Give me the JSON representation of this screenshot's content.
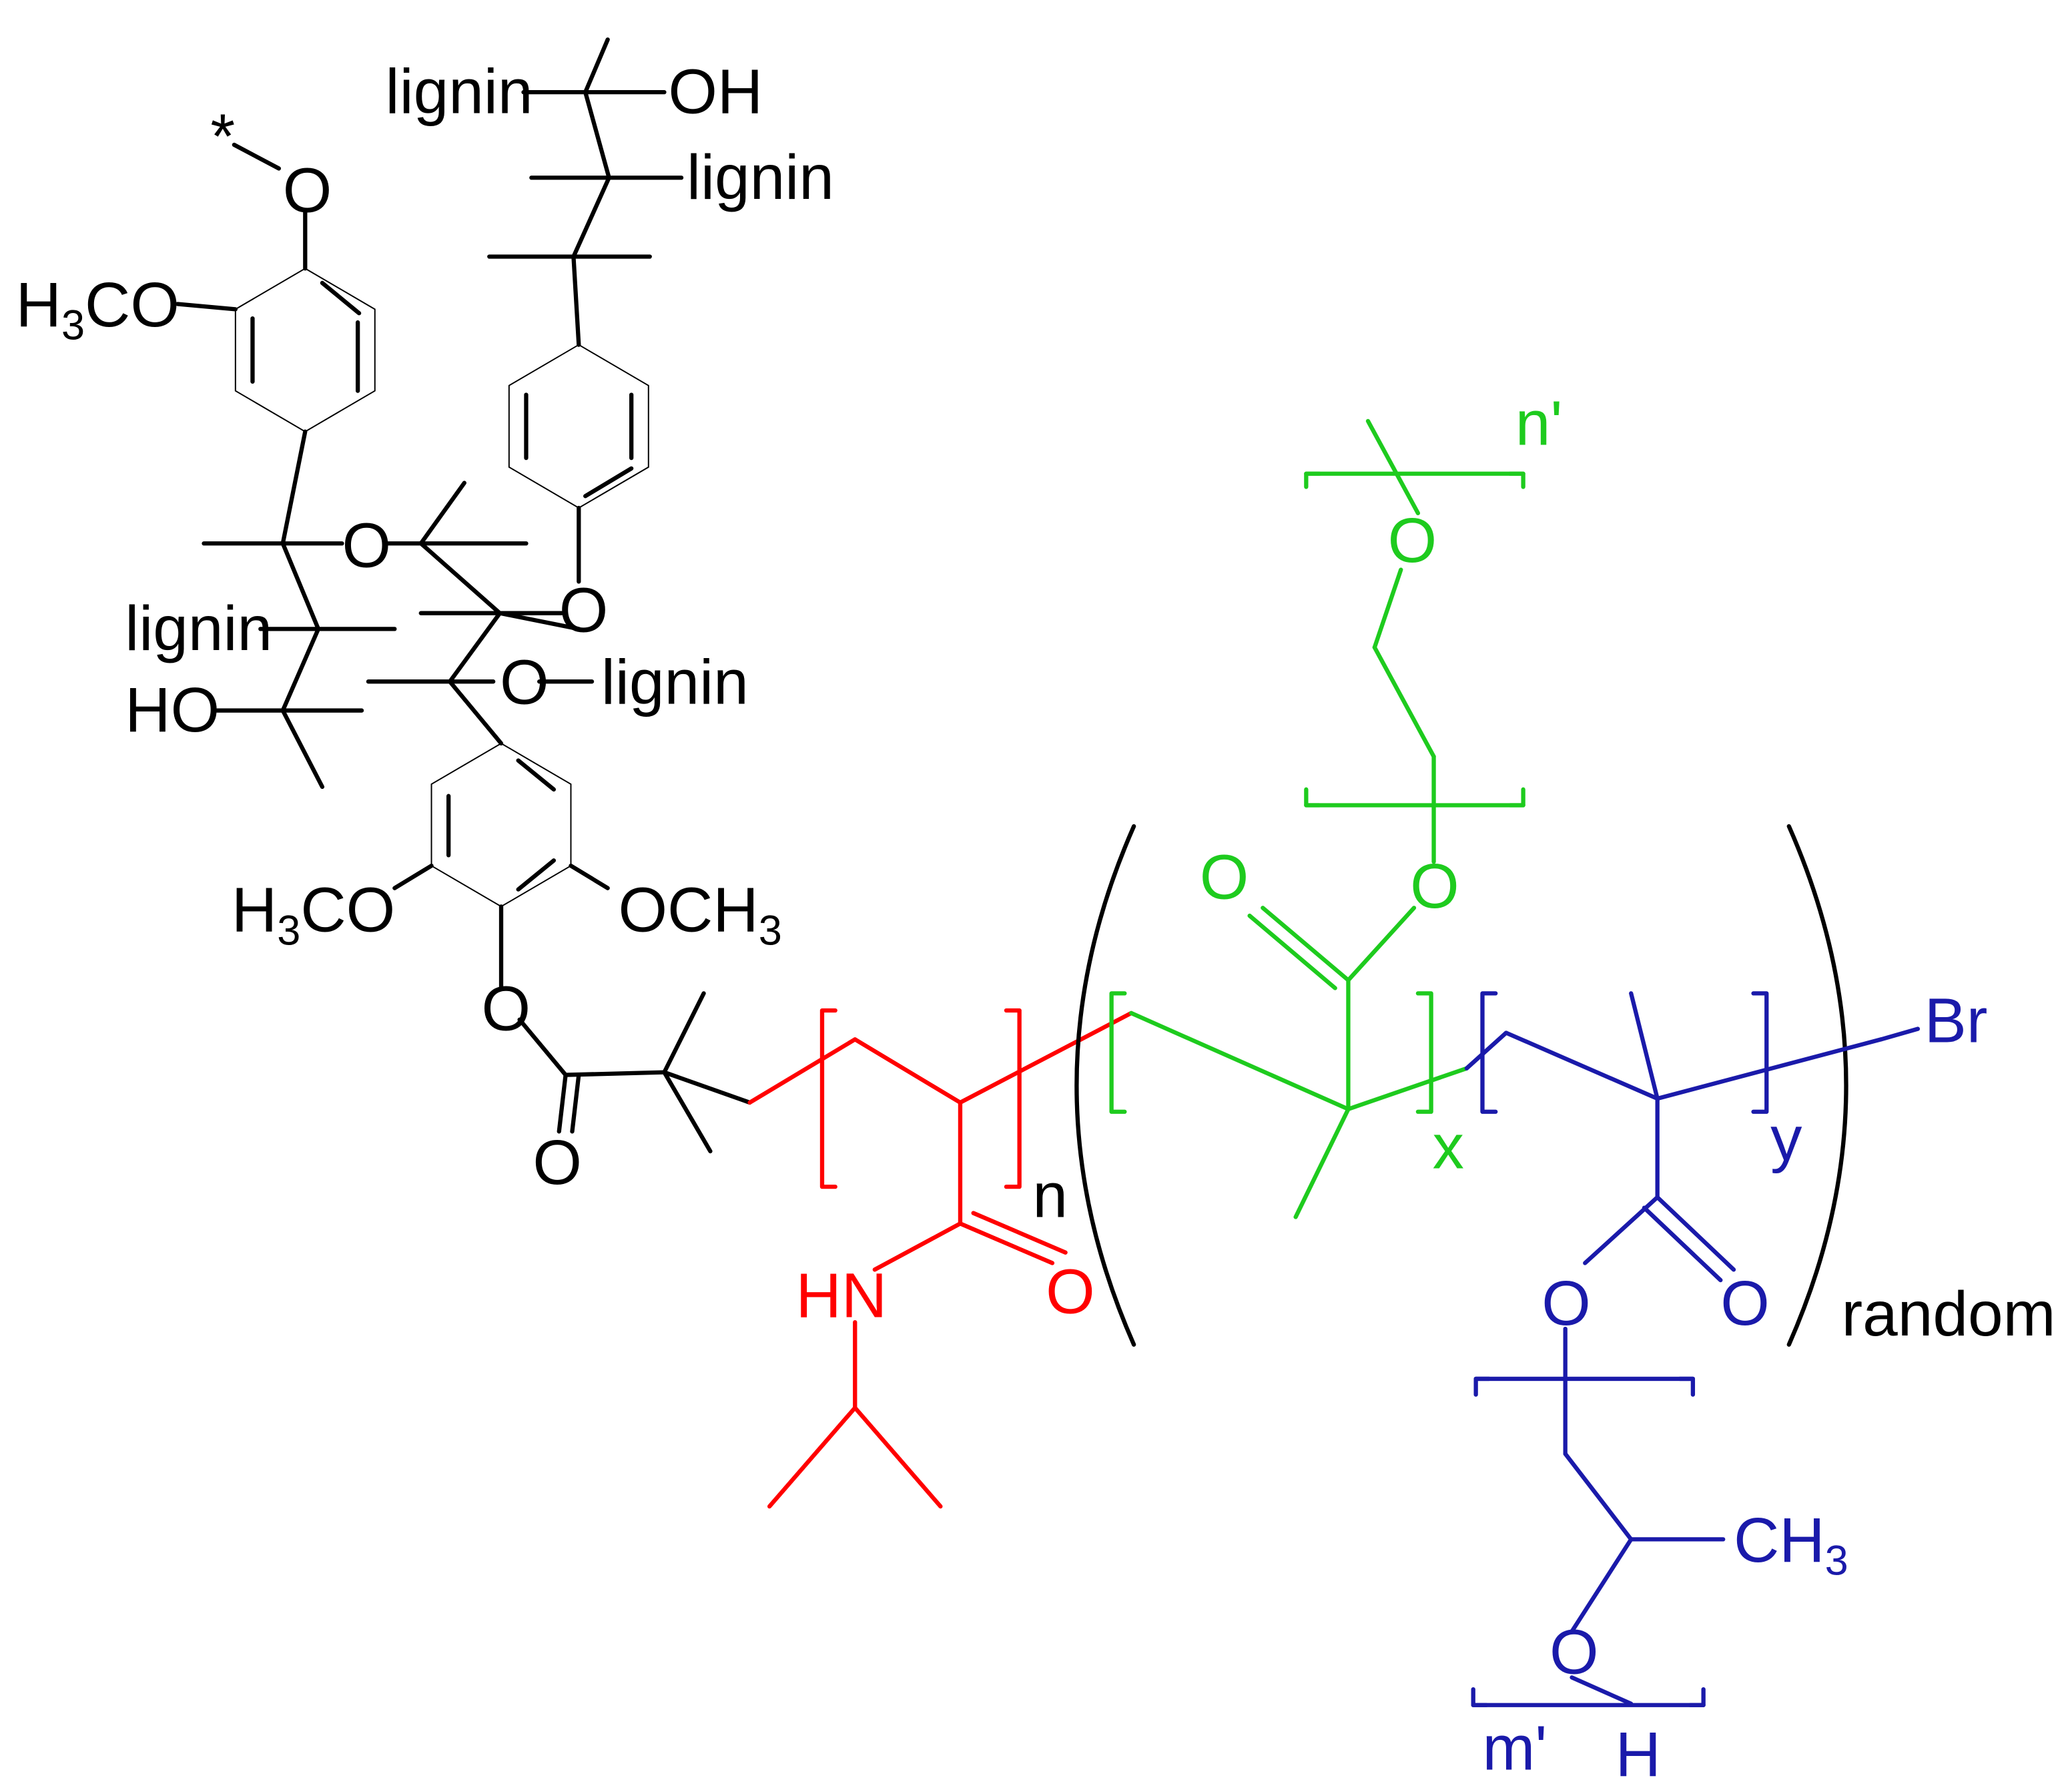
{
  "labels": {
    "lignin_top": "lignin",
    "oh_top": "OH",
    "lignin_2": "lignin",
    "ether_o_star": "O",
    "star": "*",
    "h3co_top": "H3CO",
    "ring_o_right": "O",
    "alpha_o": "O",
    "lignin_left": "lignin",
    "o_lignin": "O",
    "lignin_right": "lignin",
    "ho_left": "HO",
    "h3co_bottom": "H3CO",
    "och3_bottom": "OCH3",
    "ester_o": "O",
    "carbonyl_o": "O",
    "hn": "HN",
    "amide_o": "O",
    "n": "n",
    "peg_o": "O",
    "n_prime": "n'",
    "green_ester_o": "O",
    "green_carbonyl_o": "O",
    "x": "x",
    "y": "y",
    "br": "Br",
    "blue_ester_o": "O",
    "blue_carbonyl_o": "O",
    "ch3": "CH3",
    "ppg_o": "O",
    "m_prime": "m'",
    "h": "H",
    "random": "random"
  },
  "colors": {
    "lignin": "#000000",
    "pnipam": "#ff0000",
    "pegma": "#1ecb1e",
    "ppgma": "#1a1aaa"
  }
}
